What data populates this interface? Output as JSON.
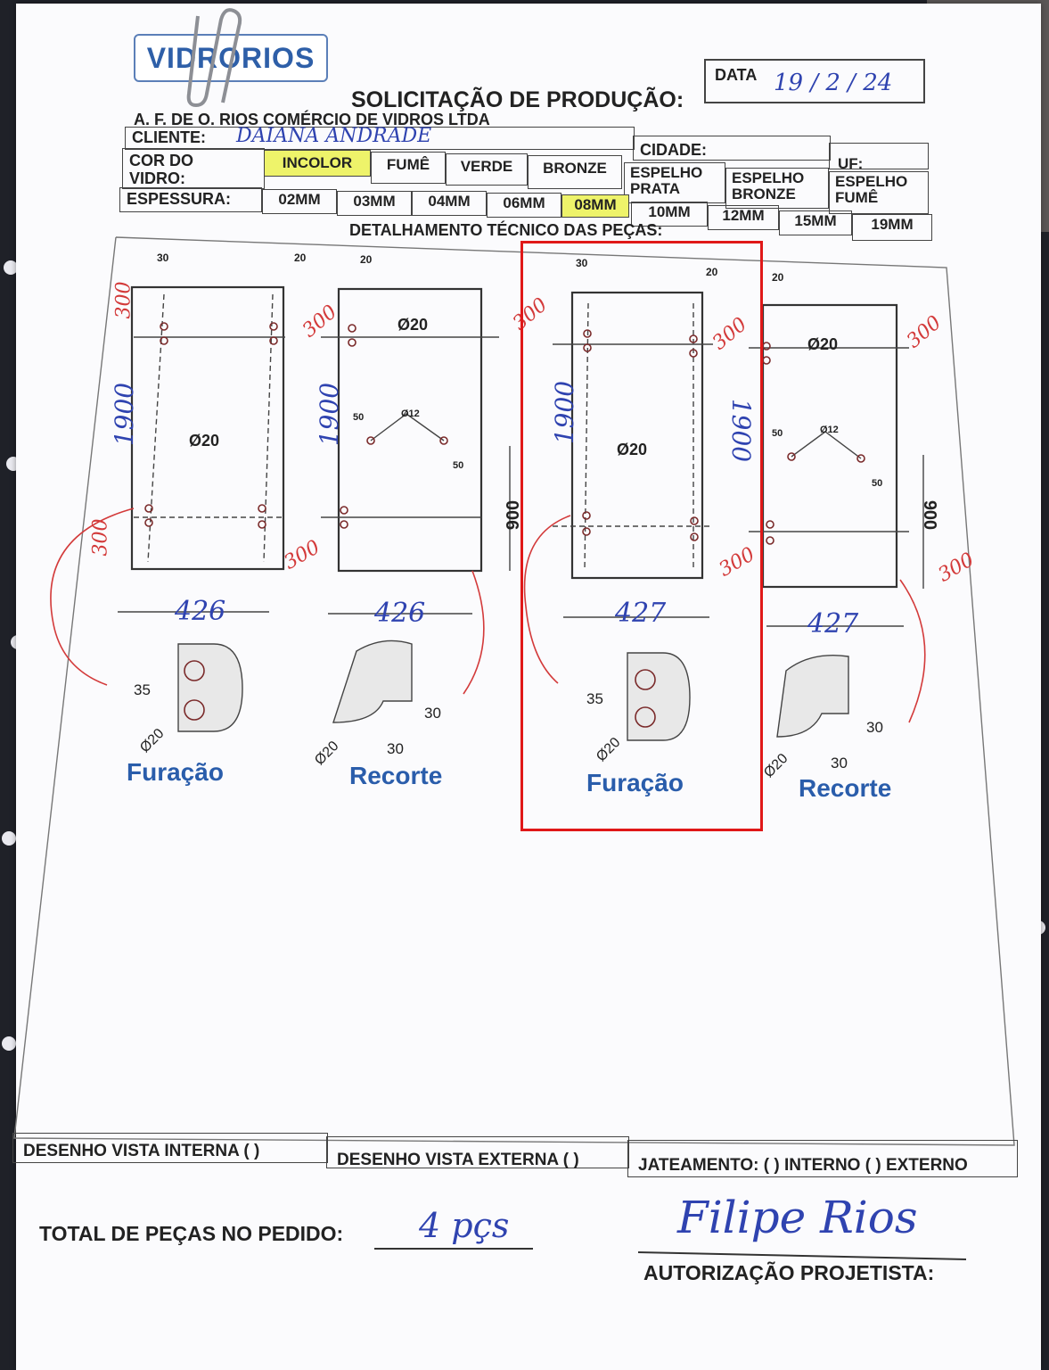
{
  "header": {
    "logo": "VIDRORIOS",
    "date_label": "DATA",
    "date_value": "19 / 2 / 24",
    "title": "SOLICITAÇÃO DE PRODUÇÃO:",
    "company": "A. F. DE O. RIOS COMÉRCIO DE VIDROS LTDA",
    "client_label": "CLIENTE:",
    "client_value": "DAIANA ANDRADE",
    "city_label": "CIDADE:",
    "uf_label": "UF:"
  },
  "glass_color": {
    "label": "COR DO VIDRO:",
    "options": [
      "INCOLOR",
      "FUMÊ",
      "VERDE",
      "BRONZE",
      "ESPELHO PRATA",
      "ESPELHO BRONZE",
      "ESPELHO FUMÊ"
    ],
    "selected": "INCOLOR"
  },
  "thickness": {
    "label": "ESPESSURA:",
    "options": [
      "02MM",
      "03MM",
      "04MM",
      "06MM",
      "08MM",
      "10MM",
      "12MM",
      "15MM",
      "19MM"
    ],
    "selected": "08MM"
  },
  "technical_title": "DETALHAMENTO TÉCNICO DAS PEÇAS:",
  "pieces": [
    {
      "width_hand": "426",
      "height_hand": "1900",
      "offset_top": "300",
      "offset_bottom": "300",
      "hole": "Ø20"
    },
    {
      "width_hand": "426",
      "height_hand": "1900",
      "offset_top": "300",
      "offset_bottom": "300",
      "hole": "Ø20",
      "cut_height": "900"
    },
    {
      "width_hand": "427",
      "height_hand": "1900",
      "offset_top": "300",
      "offset_bottom": "300",
      "hole": "Ø20"
    },
    {
      "width_hand": "427",
      "offset_top": "300",
      "offset_bottom": "300",
      "hole": "Ø20",
      "cut_height": "900"
    }
  ],
  "dims": {
    "d30": "30",
    "d20": "20",
    "d50": "50",
    "d12": "Ø12",
    "d35": "35",
    "d20b": "Ø20"
  },
  "details": [
    {
      "label": "Furação"
    },
    {
      "label": "Recorte"
    },
    {
      "label": "Furação"
    },
    {
      "label": "Recorte"
    }
  ],
  "footer": {
    "view_internal": "DESENHO VISTA INTERNA ( )",
    "view_external": "DESENHO VISTA EXTERNA ( )",
    "sandblast": "JATEAMENTO: ( ) INTERNO ( ) EXTERNO",
    "total_label": "TOTAL DE PEÇAS NO PEDIDO:",
    "total_value": "4 pçs",
    "auth_label": "AUTORIZAÇÃO PROJETISTA:",
    "signature": "Filipe Rios"
  }
}
